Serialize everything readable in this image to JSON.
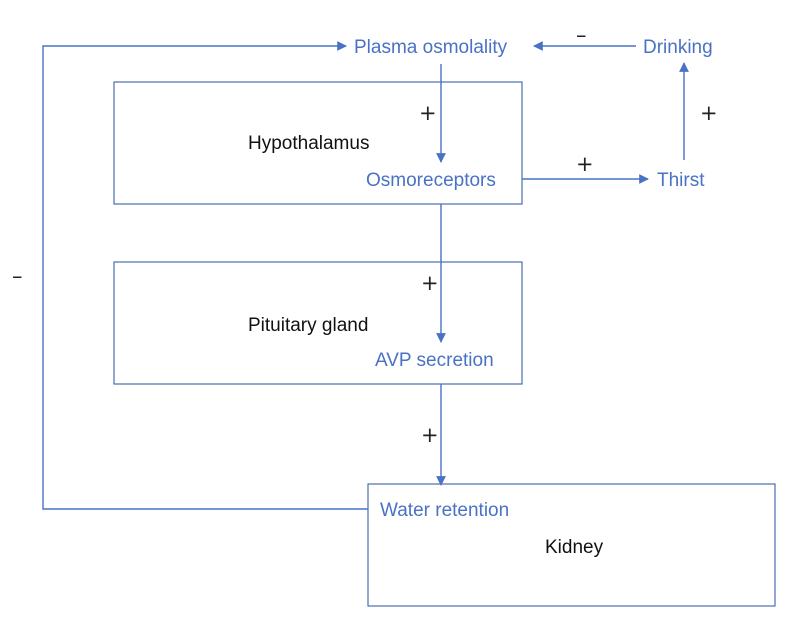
{
  "labels": {
    "plasma_osmolality": "Plasma osmolality",
    "drinking": "Drinking",
    "thirst": "Thirst",
    "osmoreceptors": "Osmoreceptors",
    "avp_secretion": "AVP secretion",
    "water_retention": "Water retention"
  },
  "boxes": {
    "hypothalamus": "Hypothalamus",
    "pituitary": "Pituitary gland",
    "kidney": "Kidney"
  },
  "signs": {
    "drinking_to_plasma": "–",
    "plasma_to_osmoreceptors": "+",
    "osmoreceptors_to_thirst": "+",
    "thirst_to_drinking": "+",
    "osmoreceptors_to_avp": "+",
    "avp_to_water": "+",
    "water_to_plasma": "–"
  },
  "colors": {
    "arrow": "#4a72c4",
    "box_border": "#4a6fae",
    "blue_text": "#4a72c4",
    "black_text": "#111111"
  }
}
